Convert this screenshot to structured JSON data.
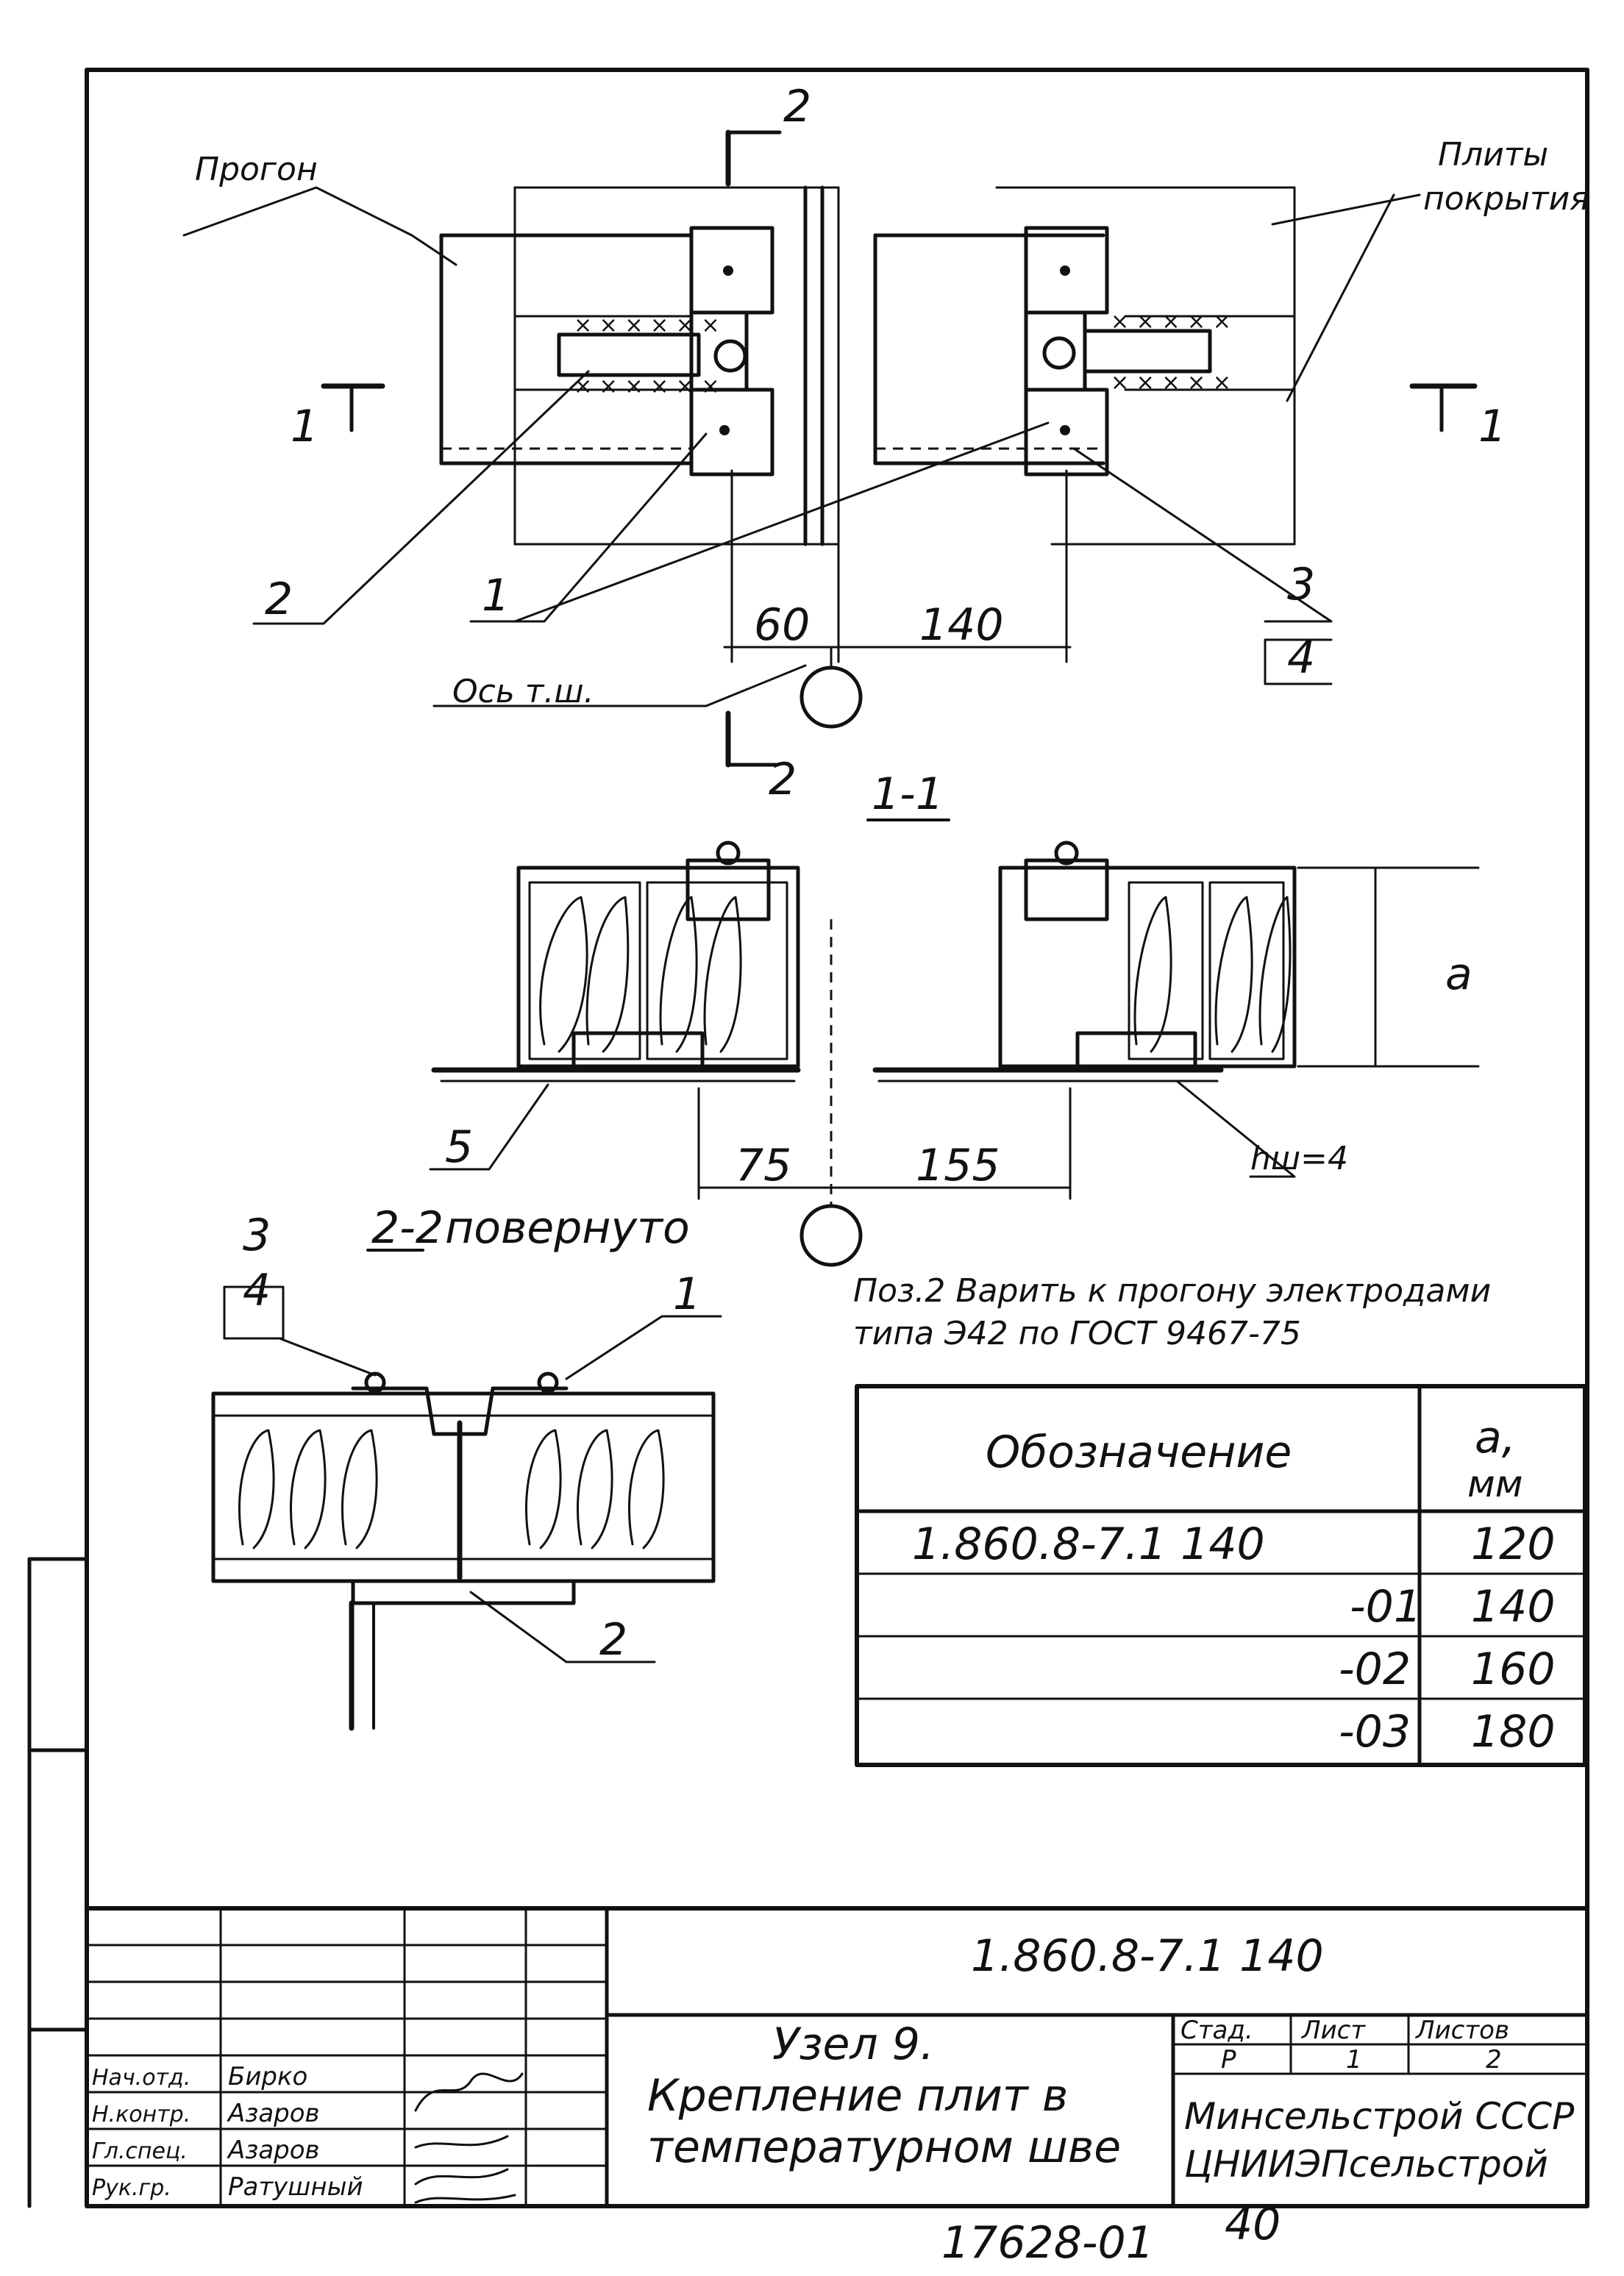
{
  "plan_labels": {
    "progon": "Прогон",
    "plity": "Плиты",
    "pokrytiya": "покрытия",
    "os_tsh": "Ось т.ш.",
    "section_2_top": "2",
    "section_2_bottom": "2",
    "section_1_left": "1",
    "section_1_right": "1",
    "callout_1": "1",
    "callout_2": "2",
    "callout_3": "3",
    "callout_4": "4",
    "dim_60": "60",
    "dim_140": "140"
  },
  "section_11": {
    "title": "1-1",
    "dim_a": "a",
    "dim_75": "75",
    "dim_155": "155",
    "callout_5": "5",
    "weld_label": "hш=4"
  },
  "section_22": {
    "title": "2-2",
    "title_suffix": "повернуто",
    "callout_3": "3",
    "callout_4": "4",
    "callout_1": "1",
    "callout_2": "2"
  },
  "note": {
    "line1": "Поз.2 Варить к прогону электродами",
    "line2": "типа Э42 по ГОСТ 9467-75"
  },
  "spec_table": {
    "header_designation": "Обозначение",
    "header_a": "a,",
    "header_unit": "мм",
    "rows": [
      {
        "designation": "1.860.8-7.1  140",
        "a": "120"
      },
      {
        "designation": "-01",
        "a": "140"
      },
      {
        "designation": "-02",
        "a": "160"
      },
      {
        "designation": "-03",
        "a": "180"
      }
    ]
  },
  "title_block": {
    "document_code": "1.860.8-7.1  140",
    "title_line1": "Узел 9.",
    "title_line2": "Крепление плит в",
    "title_line3": "температурном шве",
    "stage_header": "Стад.",
    "sheet_header": "Лист",
    "sheets_header": "Листов",
    "stage_value": "Р",
    "sheet_value": "1",
    "sheets_value": "2",
    "org_line1": "Минсельстрой СССР",
    "org_line2": "ЦНИИЭПсельстрой",
    "roles": [
      {
        "role": "Нач.отд.",
        "name": "Бирко"
      },
      {
        "role": "Н.контр.",
        "name": "Азаров"
      },
      {
        "role": "Гл.спец.",
        "name": "Азаров"
      },
      {
        "role": "Рук.гр.",
        "name": "Ратушный"
      }
    ],
    "inventory_number": "17628-01",
    "page_number": "40"
  }
}
